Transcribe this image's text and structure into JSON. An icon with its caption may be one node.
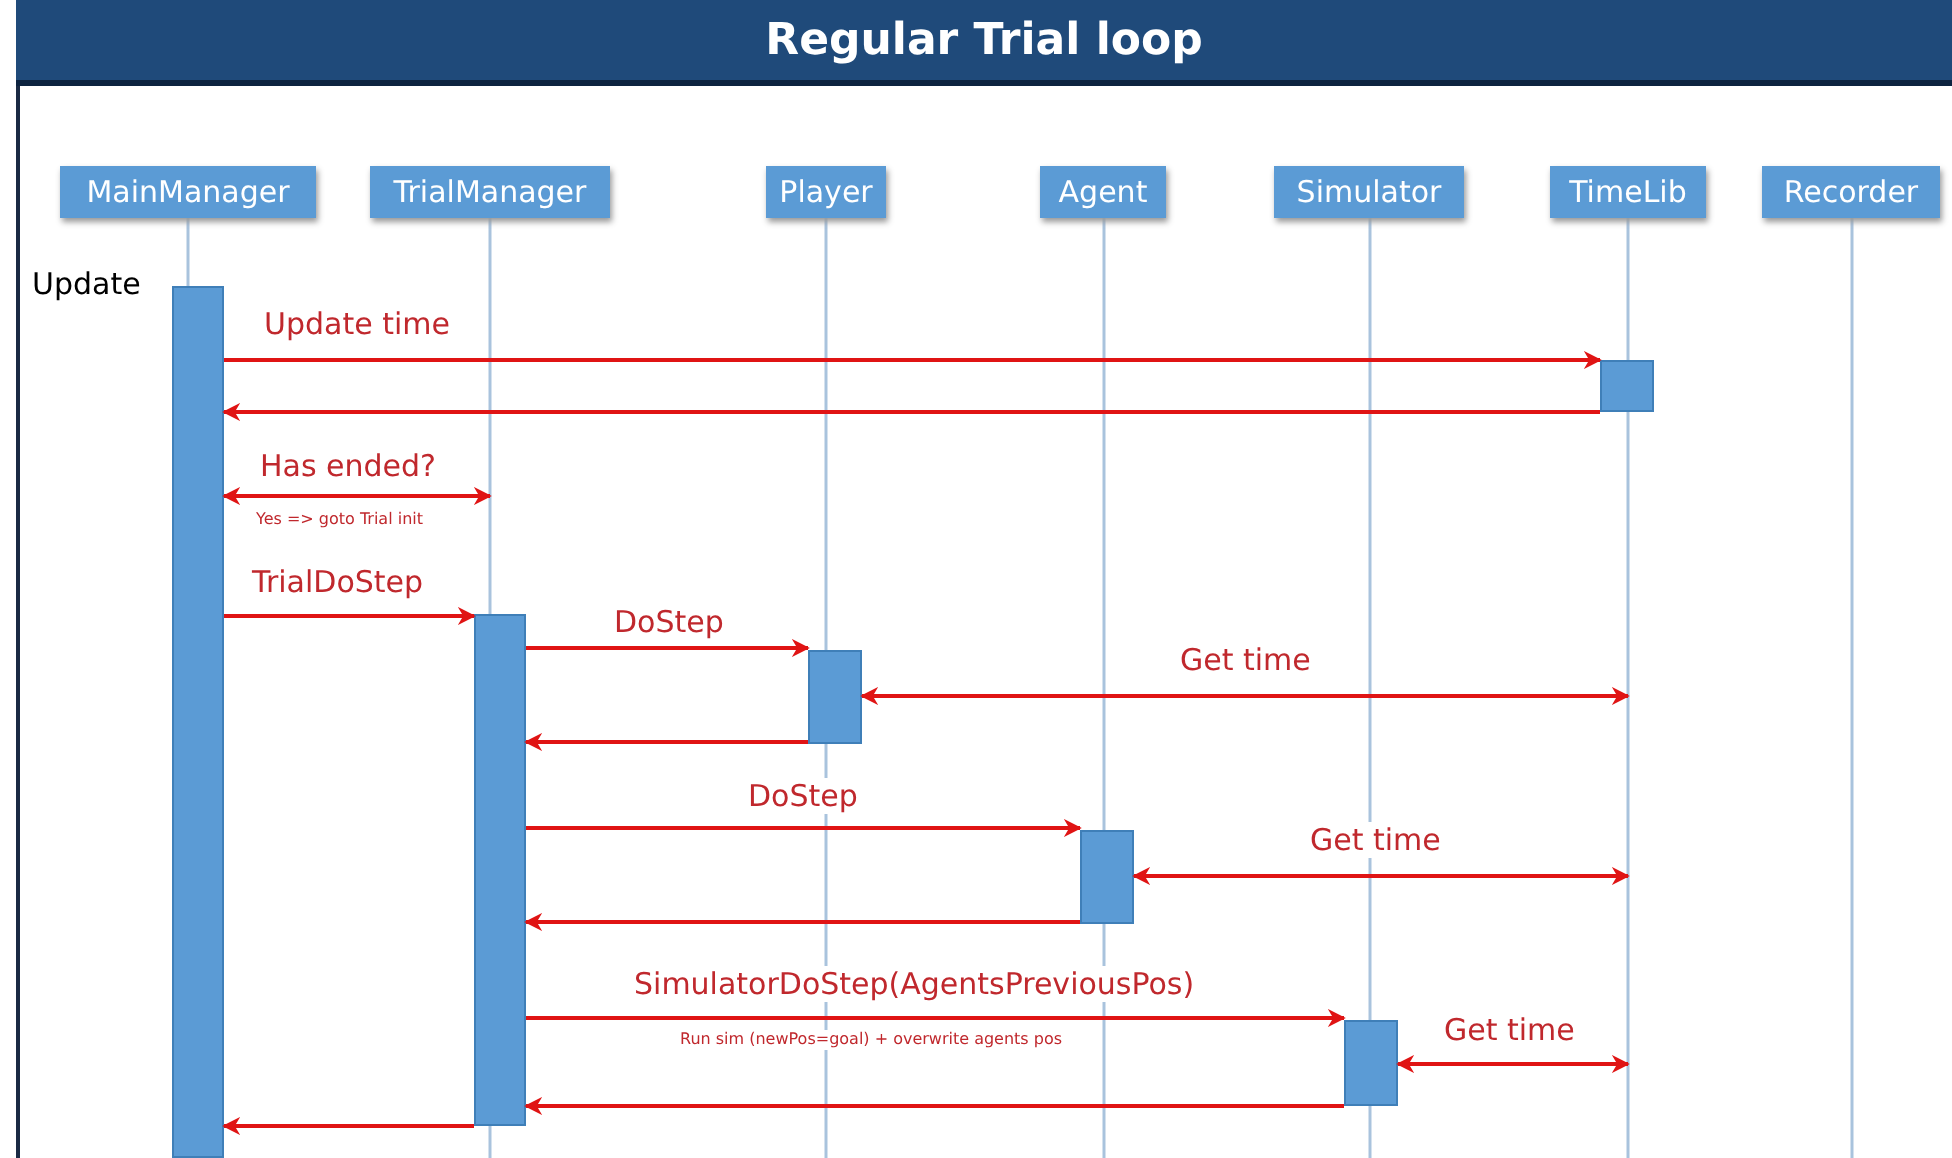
{
  "diagram": {
    "title": "Regular Trial loop",
    "nodes": [
      {
        "text": [
          "MainManager"
        ]
      },
      {
        "text": [
          "TrialManager"
        ]
      },
      {
        "text": [
          "Player"
        ]
      },
      {
        "text": [
          "Agent"
        ]
      },
      {
        "text": [
          "Simulator"
        ]
      },
      {
        "text": [
          "TimeLib"
        ]
      },
      {
        "text": [
          "Recorder"
        ]
      },
      {
        "text": [],
        "shape": "bar",
        "in": 0
      },
      {
        "text": [],
        "shape": "bar",
        "in": 5
      },
      {
        "text": [],
        "shape": "bar",
        "in": 1
      },
      {
        "text": [],
        "shape": "bar",
        "in": 2
      },
      {
        "text": [],
        "shape": "bar",
        "in": 3
      },
      {
        "text": [],
        "shape": "bar",
        "in": 4
      }
    ],
    "edges": [
      {
        "from": 7,
        "to": 8,
        "arrow": "to",
        "label": "Update time"
      },
      {
        "from": 8,
        "to": 7,
        "arrow": "to"
      },
      {
        "from": 7,
        "to": 1,
        "arrow": "both",
        "label": "Has ended?"
      },
      {
        "from": 7,
        "to": 9,
        "arrow": "to",
        "label": "TrialDoStep"
      },
      {
        "from": 9,
        "to": 10,
        "arrow": "to",
        "label": "DoStep"
      },
      {
        "from": 10,
        "to": 5,
        "arrow": "both",
        "label": "Get time"
      },
      {
        "from": 10,
        "to": 9,
        "arrow": "to"
      },
      {
        "from": 9,
        "to": 11,
        "arrow": "to",
        "label": "DoStep"
      },
      {
        "from": 11,
        "to": 5,
        "arrow": "both",
        "label": "Get time"
      },
      {
        "from": 11,
        "to": 9,
        "arrow": "to"
      },
      {
        "from": 9,
        "to": 12,
        "arrow": "to",
        "label": "SimulatorDoStep(AgentsPreviousPos)"
      },
      {
        "from": 12,
        "to": 5,
        "arrow": "both",
        "label": "Get time"
      },
      {
        "from": 12,
        "to": 9,
        "arrow": "to"
      },
      {
        "from": 9,
        "to": 7,
        "arrow": "to"
      }
    ],
    "labels": [
      "Update",
      "Yes => goto Trial init",
      "Run sim (newPos=goal) + overwrite agents pos"
    ]
  }
}
